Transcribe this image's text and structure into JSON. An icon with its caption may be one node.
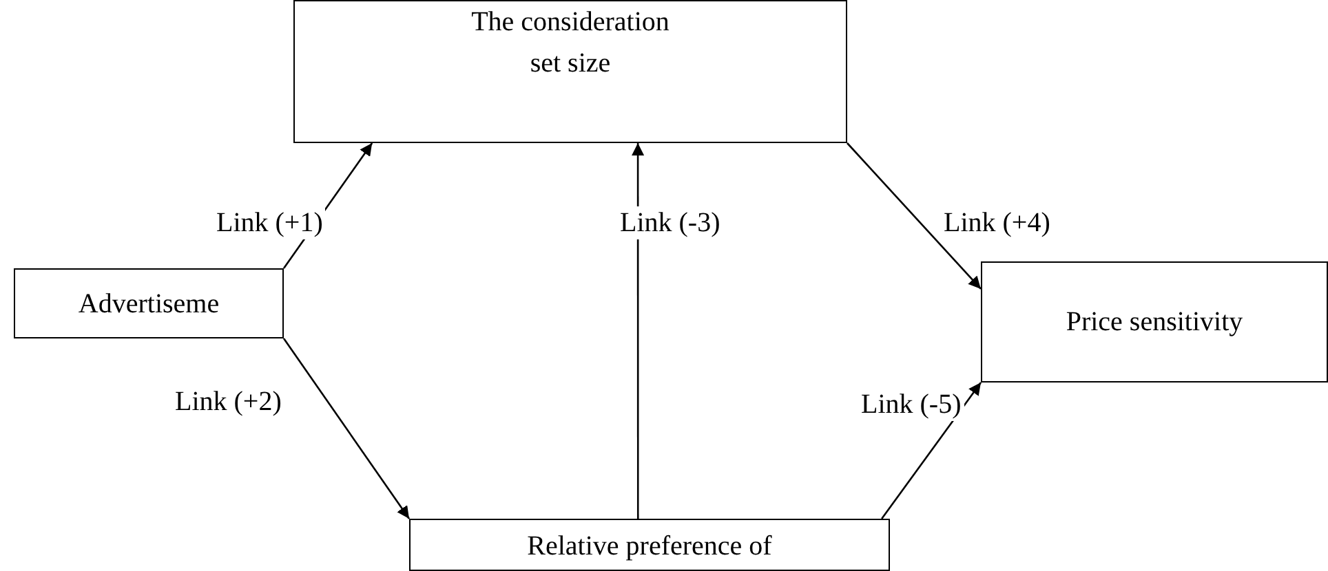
{
  "diagram": {
    "nodes": [
      {
        "text": [
          "The consideration set size"
        ]
      },
      {
        "text": [
          "Advertiseme"
        ]
      },
      {
        "text": [
          "Price sensitivity"
        ]
      },
      {
        "text": [
          "Relative preference of"
        ]
      }
    ],
    "edges": [
      {
        "from": 1,
        "to": 0,
        "arrow": "to",
        "label": "Link (+1)"
      },
      {
        "from": 1,
        "to": 3,
        "arrow": "to",
        "label": "Link (+2)"
      },
      {
        "from": 3,
        "to": 0,
        "arrow": "to",
        "label": "Link (-3)"
      },
      {
        "from": 0,
        "to": 2,
        "arrow": "to",
        "label": "Link (+4)"
      },
      {
        "from": 3,
        "to": 2,
        "arrow": "to",
        "label": "Link (-5)"
      }
    ]
  }
}
